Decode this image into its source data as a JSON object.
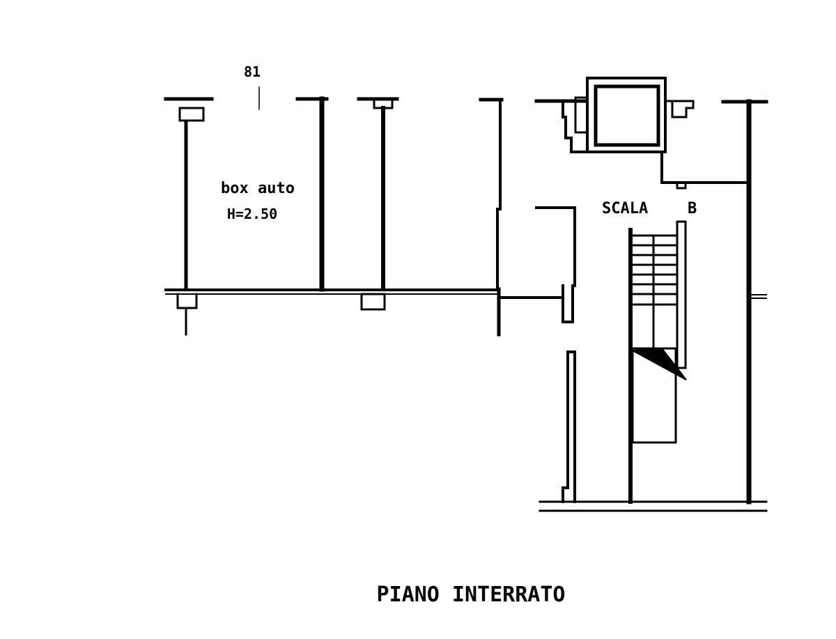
{
  "plan": {
    "unit_number": "81",
    "room_name": "box auto",
    "room_height": "H=2.50",
    "stair_label": "SCALA",
    "stair_letter": "B",
    "floor_title": "PIANO INTERRATO"
  },
  "colors": {
    "ink": "#000000",
    "paper": "#ffffff"
  }
}
